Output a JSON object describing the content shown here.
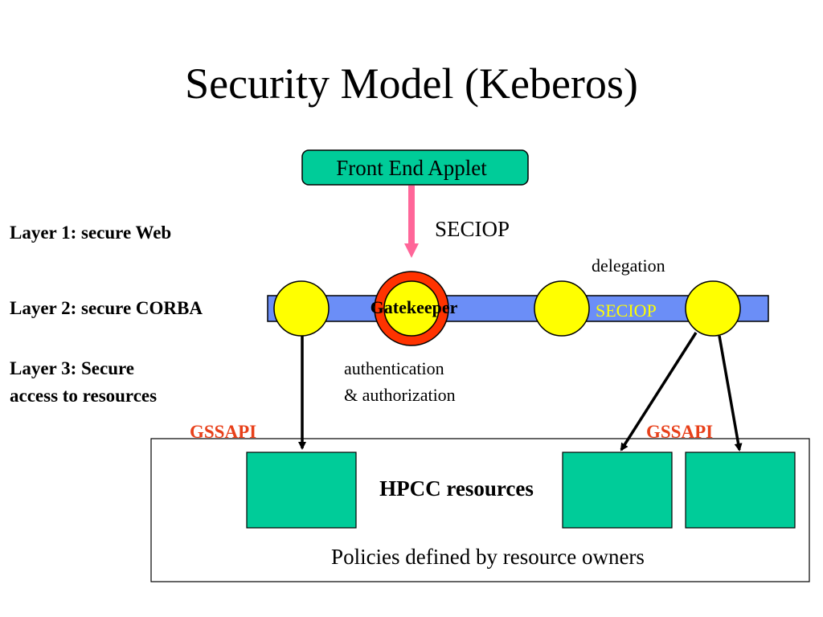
{
  "title": "Security Model (Keberos)",
  "layers": {
    "layer1": "Layer 1: secure Web",
    "layer2": "Layer 2: secure CORBA",
    "layer3_line1": "Layer 3: Secure",
    "layer3_line2": "access to resources"
  },
  "front_end": {
    "label": "Front End Applet"
  },
  "labels": {
    "seciop_top": "SECIOP",
    "delegation": "delegation",
    "gatekeeper": "Gatekeeper",
    "seciop_bar": "SECIOP",
    "auth_line1": "authentication",
    "auth_line2": "& authorization",
    "gssapi_left": "GSSAPI",
    "gssapi_right": "GSSAPI"
  },
  "resources": {
    "label": "HPCC resources",
    "policy": "Policies defined by resource owners"
  },
  "colors": {
    "green": "#00cc99",
    "orb_bar": "#6b8ef7",
    "node_yellow": "#ffff00",
    "ring_red": "#ff3300",
    "arrow_pink": "#ff6699",
    "gssapi_red": "#e8401a",
    "seciop_bar_text": "#ffff00"
  }
}
